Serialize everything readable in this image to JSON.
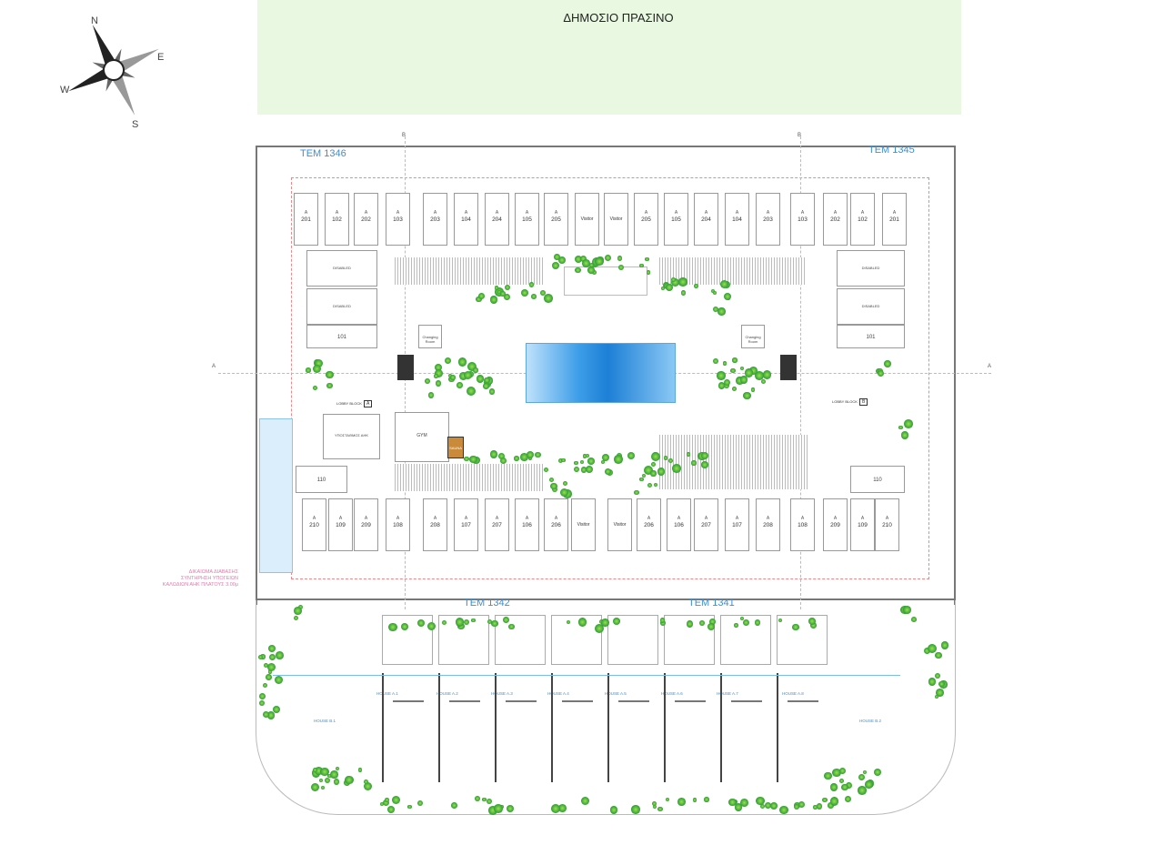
{
  "header": {
    "title": "ΔΗΜΟΣΙΟ ΠΡΑΣΙΝΟ"
  },
  "compass": {
    "n": "N",
    "e": "E",
    "s": "S",
    "w": "W"
  },
  "plots": {
    "top_left": "TEM 1346",
    "top_right": "TEM 1345",
    "bottom_left": "TEM 1342",
    "bottom_right": "TEM 1341"
  },
  "sections": {
    "a": "A",
    "b": "B"
  },
  "top_units": [
    "201",
    "102",
    "202",
    "103",
    "203",
    "104",
    "204",
    "105",
    "205",
    "Visitor",
    "Visitor",
    "205",
    "105",
    "204",
    "104",
    "203",
    "103",
    "202",
    "102",
    "201"
  ],
  "bottom_units": [
    "210",
    "109",
    "209",
    "108",
    "208",
    "107",
    "207",
    "106",
    "206",
    "Visitor",
    "Visitor",
    "206",
    "106",
    "207",
    "107",
    "208",
    "108",
    "209",
    "109",
    "210"
  ],
  "block_marker": "A",
  "rooms": {
    "disabled": "DISABLED",
    "unit_101": "101",
    "unit_110": "110",
    "gym": "GYM",
    "sauna": "SAUNA",
    "substation": "ΥΠΟΣΤΑΘΜΟΣ ΑΗΚ",
    "changing": "Changing Room",
    "lobby_a_label": "LOBBY BLOCK",
    "lobby_a_letter": "A",
    "lobby_b_label": "LOBBY BLOCK",
    "lobby_b_letter": "B"
  },
  "houses": [
    "HOUSE A.1",
    "HOUSE A.2",
    "HOUSE A.3",
    "HOUSE A.4",
    "HOUSE A.5",
    "HOUSE A.6",
    "HOUSE A.7",
    "HOUSE A.8",
    "HOUSE B.1",
    "HOUSE B.2"
  ],
  "easement_note": [
    "ΔΙΚΑΙΩΜΑ ΔΙΑΒΑΣΗΣ",
    "ΣΥΝΤΗΡΗΣΗ ΥΠΟΓΕΙΩΝ",
    "ΚΑΛΩΔΙΩΝ ΑΗΚ ΠΛΑΤΟΥΣ 3.00μ"
  ],
  "colors": {
    "public_green": "#e8f8e1",
    "plot_label": "#3a8fd6",
    "pool": "#1d7fd6",
    "trees": "#3aa83a",
    "annotation": "#e07aa8"
  }
}
